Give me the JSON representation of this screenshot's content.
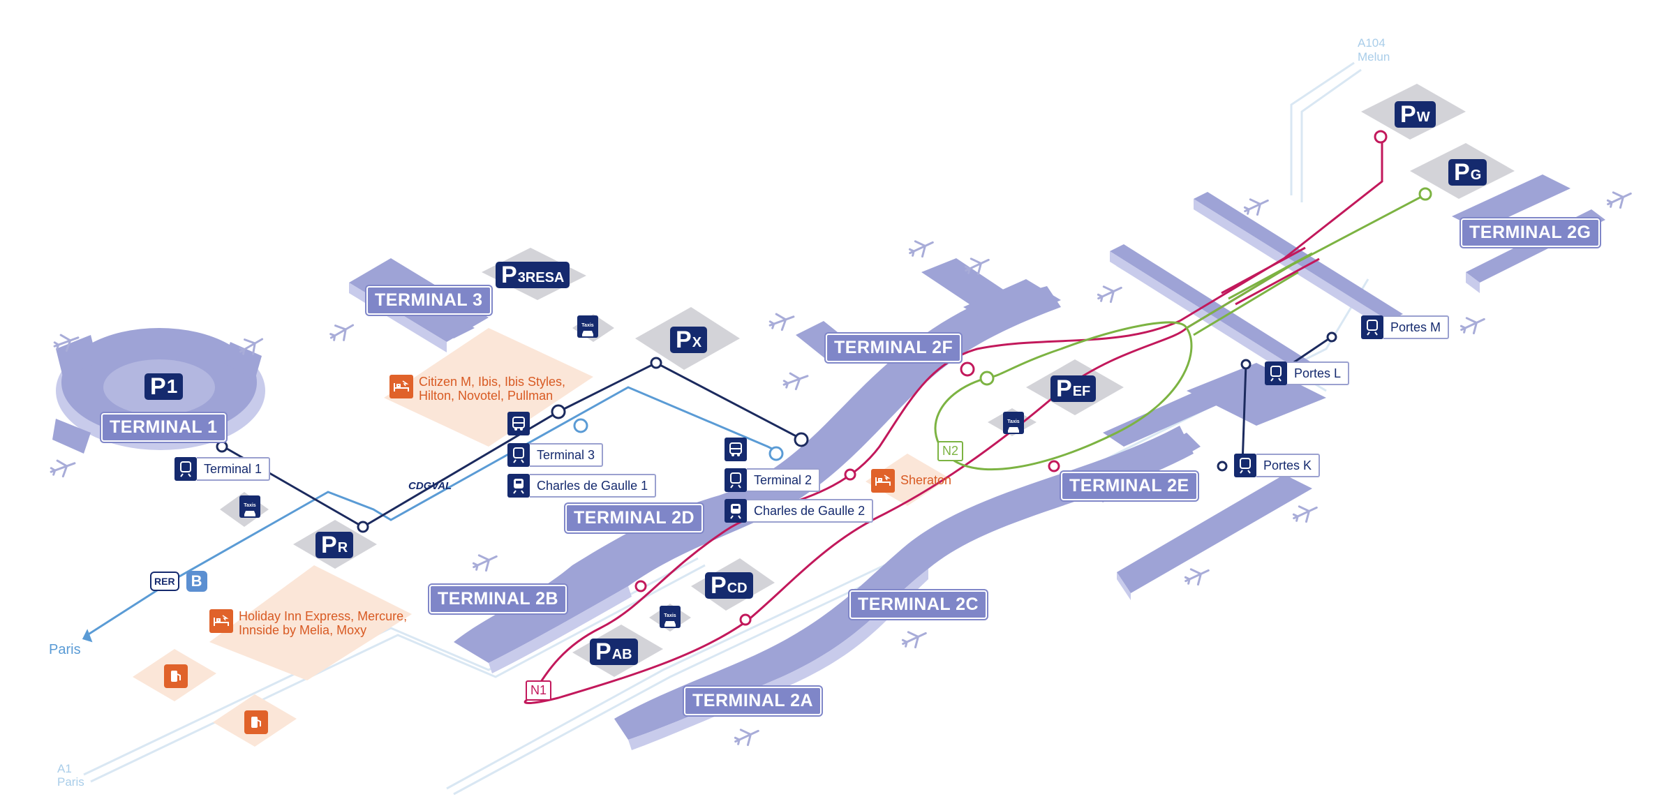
{
  "terminals": {
    "t1": "TERMINAL 1",
    "t3": "TERMINAL 3",
    "t2a": "TERMINAL 2A",
    "t2b": "TERMINAL 2B",
    "t2c": "TERMINAL 2C",
    "t2d": "TERMINAL 2D",
    "t2e": "TERMINAL 2E",
    "t2f": "TERMINAL 2F",
    "t2g": "TERMINAL 2G"
  },
  "parkings": {
    "p1": {
      "letter": "P",
      "suffix": "1"
    },
    "p3resa": {
      "letter": "P",
      "suffix": "3RESA"
    },
    "px": {
      "letter": "P",
      "suffix": "X"
    },
    "pr": {
      "letter": "P",
      "suffix": "R"
    },
    "pef": {
      "letter": "P",
      "suffix": "EF"
    },
    "pcd": {
      "letter": "P",
      "suffix": "CD"
    },
    "pab": {
      "letter": "P",
      "suffix": "AB"
    },
    "pw": {
      "letter": "P",
      "suffix": "W"
    },
    "pg": {
      "letter": "P",
      "suffix": "G"
    }
  },
  "stations": {
    "terminal1": "Terminal 1",
    "terminal3": "Terminal 3",
    "cdg1": "Charles de Gaulle 1",
    "terminal2": "Terminal 2",
    "cdg2": "Charles de Gaulle 2",
    "portes_m": "Portes M",
    "portes_l": "Portes L",
    "portes_k": "Portes K"
  },
  "hotels": {
    "t3_area": {
      "line1": "Citizen M,  Ibis, Ibis Styles,",
      "line2": "Hilton, Novotel, Pullman"
    },
    "rer_area": {
      "line1": "Holiday Inn Express, Mercure,",
      "line2": "Innside by Melia, Moxy"
    },
    "t2_area": {
      "line1": "Sheraton"
    }
  },
  "labels": {
    "cdgval": "CDGVAL",
    "paris": "Paris",
    "a1": "A1",
    "a1_dest": "Paris",
    "a104": "A104",
    "a104_dest": "Melun",
    "n1": "N1",
    "n2": "N2",
    "rer": "RER",
    "rer_line": "B",
    "taxis": "Taxis"
  },
  "colors": {
    "navy": "#152a6e",
    "terminal_building": "#9ea3d6",
    "terminal_shadow": "#c8cbeb",
    "parking_tile": "#cfd0d6",
    "hotel_zone": "#fbe3d3",
    "hotel_accent": "#e0622a",
    "cdgval_line": "#1b2a5e",
    "rer_line": "#5a9bd5",
    "n1_shuttle": "#c2185b",
    "n2_shuttle": "#7cb342",
    "road": "#d3e6f5"
  }
}
